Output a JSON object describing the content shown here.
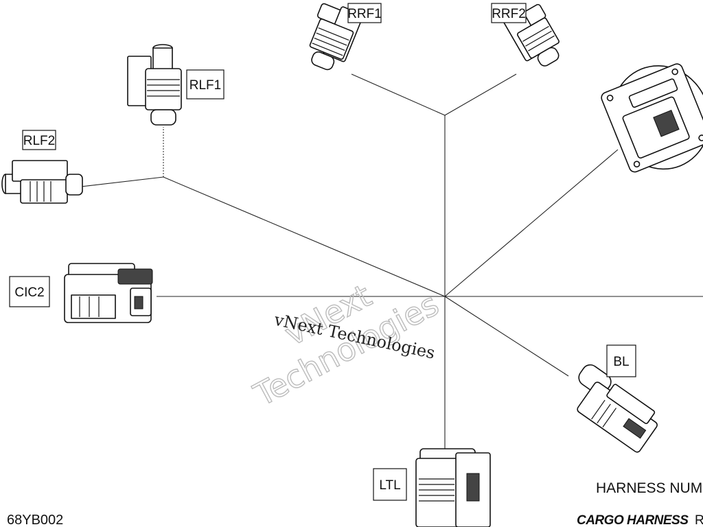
{
  "connectors": {
    "rrf1": "RRF1",
    "rrf2": "RRF2",
    "rlf1": "RLF1",
    "rlf2": "RLF2",
    "cic2": "CIC2",
    "bl": "BL",
    "ltl": "LTL"
  },
  "watermark": {
    "primary": "vNext Technologies",
    "outline_line1": "vNext",
    "outline_line2": "Technologies"
  },
  "footer": {
    "figure_code": "68YB002",
    "harness_number_label": "HARNESS NUMB",
    "harness_title": "CARGO HARNESS",
    "harness_suffix": "R"
  }
}
